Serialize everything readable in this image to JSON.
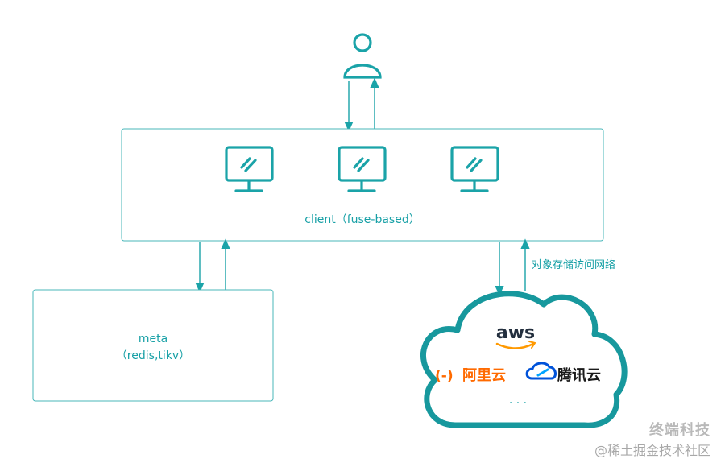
{
  "client": {
    "label": "client（fuse-based）"
  },
  "meta": {
    "line1": "meta",
    "line2": "（redis,tikv）"
  },
  "arrow_label": "对象存储访问网络",
  "cloud": {
    "aws": "aws",
    "aliyun": "阿里云",
    "aliyun_mark": "(-)",
    "tencent": "腾讯云",
    "ellipsis": "· · ·"
  },
  "watermark": {
    "line1": "终端科技",
    "line2": "@稀土掘金技术社区"
  },
  "colors": {
    "teal": "#1aa3a8",
    "box_border": "#48b7ba",
    "text_teal": "#17a0a6",
    "aliyun_orange": "#ff6a00",
    "tencent_blue": "#0052d9",
    "aws_dark": "#232f3e",
    "aws_orange": "#ff9900"
  }
}
